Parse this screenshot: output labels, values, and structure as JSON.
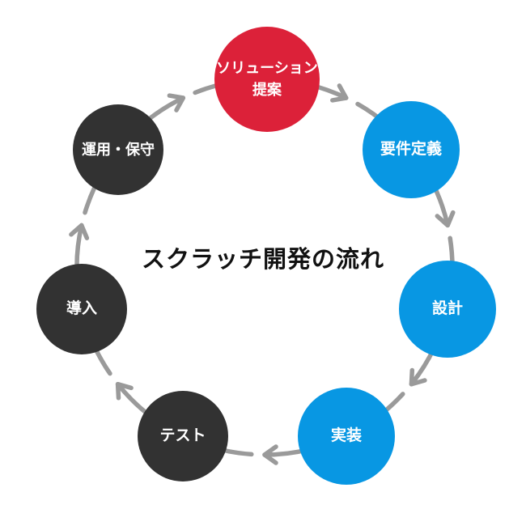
{
  "title": "スクラッチ開発の流れ",
  "colors": {
    "red": "#dc2139",
    "blue": "#0897e3",
    "dark": "#323232",
    "arrow": "#9a9a9a",
    "label_text": "#ffffff",
    "title_text": "#111111",
    "background": "#ffffff"
  },
  "flow": {
    "type": "cycle",
    "direction": "clockwise",
    "steps": [
      {
        "label": "ソリューション\n提案",
        "color": "red"
      },
      {
        "label": "要件定義",
        "color": "blue"
      },
      {
        "label": "設計",
        "color": "blue"
      },
      {
        "label": "実装",
        "color": "blue"
      },
      {
        "label": "テスト",
        "color": "dark"
      },
      {
        "label": "導入",
        "color": "dark"
      },
      {
        "label": "運用・保守",
        "color": "dark"
      }
    ]
  }
}
